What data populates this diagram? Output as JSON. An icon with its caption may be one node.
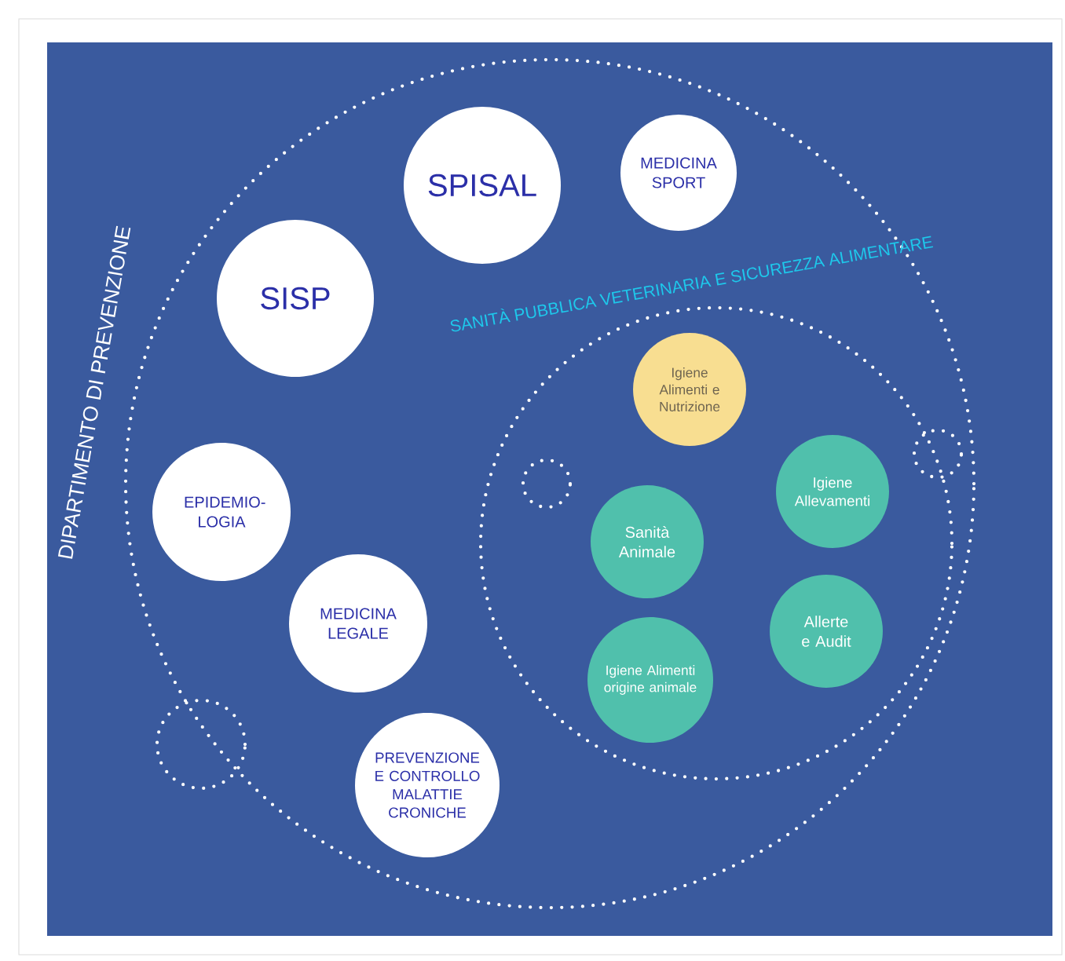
{
  "diagram": {
    "nodes": [
      {
        "text": [
          "DIPARTIMENTO DI PREVENZIONE"
        ]
      },
      {
        "text": [
          "SPISAL"
        ],
        "in": 0
      },
      {
        "text": [
          "MEDICINA SPORT"
        ],
        "in": 0
      },
      {
        "text": [
          "SISP"
        ],
        "in": 0
      },
      {
        "text": [
          "SANITÀ PUBBLICA VETERINARIA E SICUREZZA ALIMENTARE"
        ],
        "in": 0
      },
      {
        "text": [
          "Igiene Alimenti e Nutrizione"
        ],
        "in": 4
      },
      {
        "text": [],
        "shape": "circle",
        "in": 4
      },
      {
        "text": [
          "Igiene Allevamenti"
        ],
        "in": 4
      },
      {
        "text": [
          "Sanità Animale"
        ],
        "in": 4
      },
      {
        "text": [
          "Allerte e Audit"
        ],
        "in": 4
      },
      {
        "text": [
          "Igiene Alimenti origine animale"
        ],
        "in": 4
      },
      {
        "text": [
          "EPIDEMIO-LOGIA"
        ],
        "in": 0
      },
      {
        "text": [
          "MEDICINA LEGALE"
        ],
        "in": 0
      },
      {
        "text": [],
        "shape": "circle"
      },
      {
        "text": [
          "PREVENZIONE E CONTROLLO MALATTIE CRONICHE"
        ],
        "in": 0
      },
      {
        "text": [],
        "shape": "circle",
        "in": 0
      }
    ]
  }
}
